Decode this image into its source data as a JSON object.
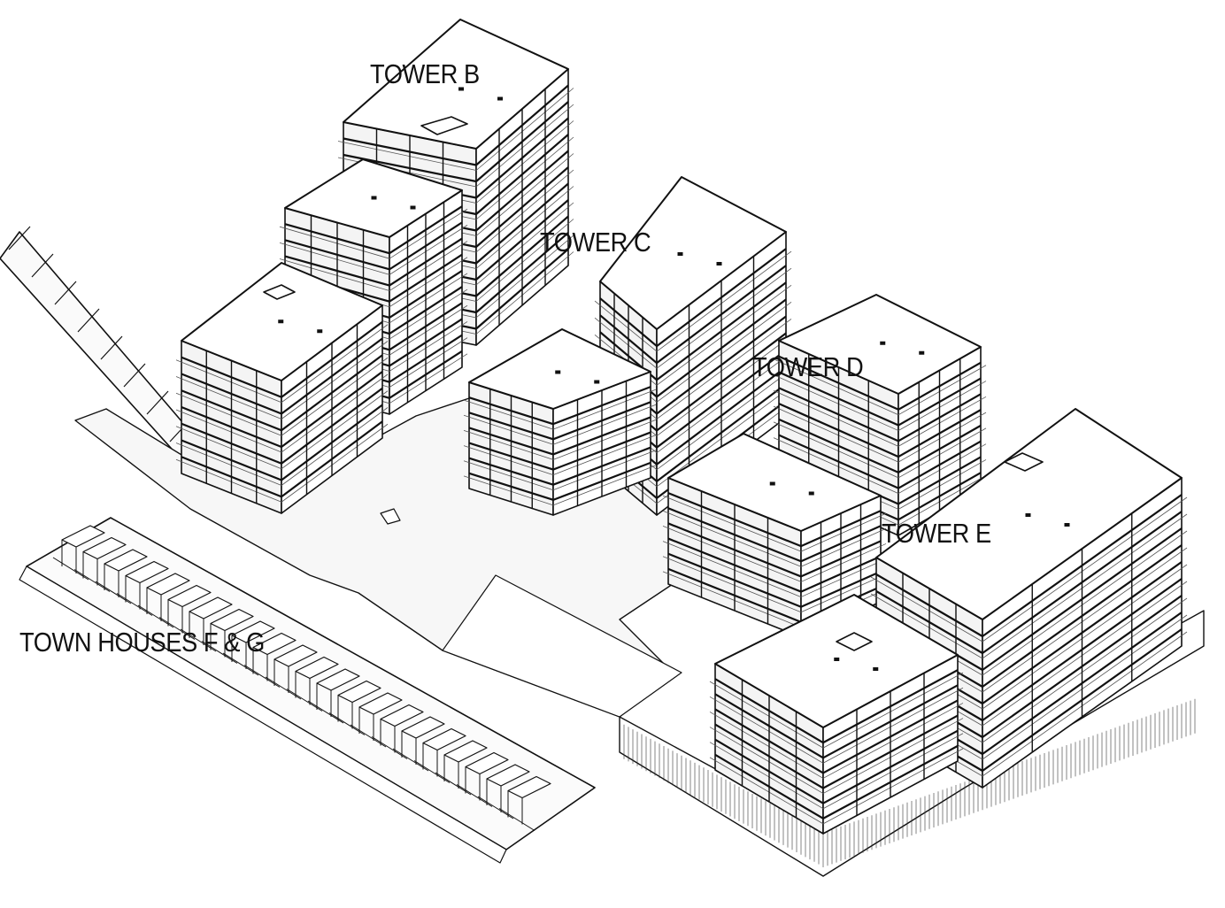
{
  "labels": {
    "tower_b": "TOWER B",
    "tower_c": "TOWER C",
    "tower_d": "TOWER D",
    "tower_e": "TOWER E",
    "town_houses": "TOWN HOUSES F & G"
  },
  "colors": {
    "line": "#111111",
    "face_left": "#f4f4f4",
    "face_right": "#ffffff",
    "top": "#ffffff",
    "plaza": "#f7f7f7"
  }
}
